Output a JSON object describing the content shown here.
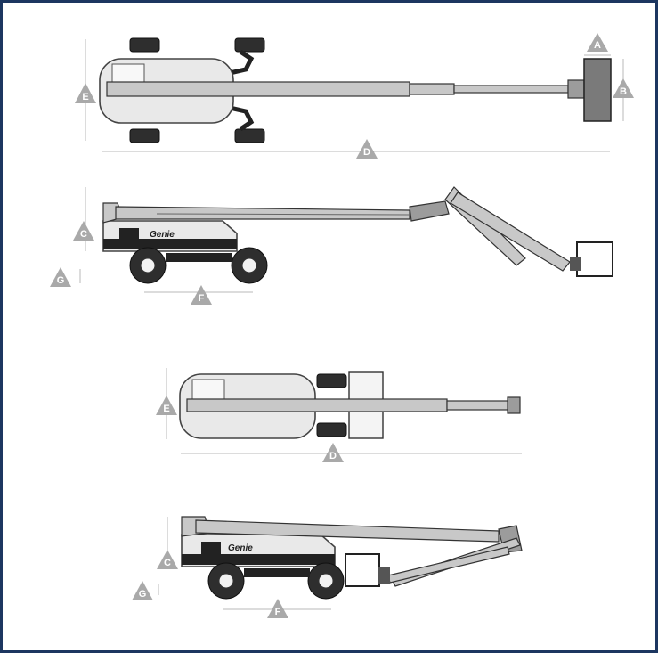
{
  "dimension_labels": {
    "A": "A",
    "B": "B",
    "C": "C",
    "D": "D",
    "E": "E",
    "F": "F",
    "G": "G"
  },
  "brand_logo": "Genie",
  "colors": {
    "frame_border": "#1c3660",
    "marker_fill": "#a9a9a9",
    "machine_body": "#e9e9e9",
    "boom": "#c8c8c8",
    "tyre": "#2e2e2e"
  }
}
